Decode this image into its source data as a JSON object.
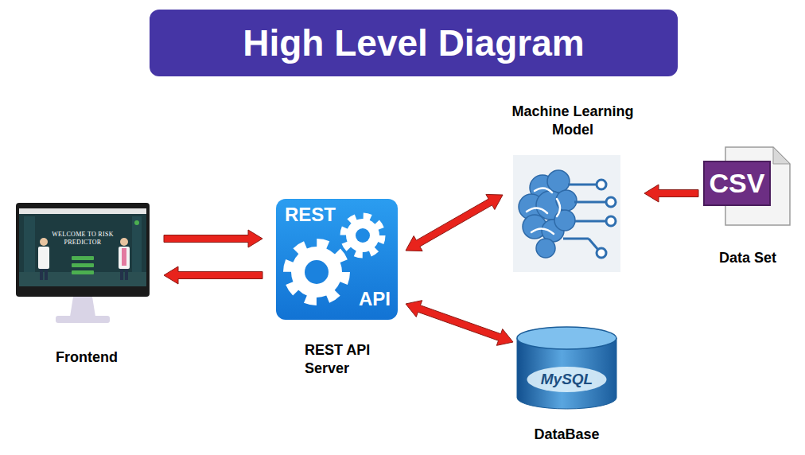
{
  "diagram": {
    "title": "High Level Diagram",
    "nodes": [
      {
        "text": [
          "WELCOME TO RISK PREDICTOR",
          "Frontend"
        ]
      },
      {
        "text": [
          "REST",
          "API",
          "REST API Server"
        ]
      },
      {
        "text": [
          "Machine Learning Model"
        ]
      },
      {
        "text": [
          "CSV",
          "Data Set"
        ]
      },
      {
        "text": [
          "MySQL",
          "DataBase"
        ]
      }
    ],
    "edges": [
      {
        "from": 0,
        "to": 1,
        "arrow": "to"
      },
      {
        "from": 1,
        "to": 0,
        "arrow": "to"
      },
      {
        "from": 1,
        "to": 2,
        "arrow": "both"
      },
      {
        "from": 3,
        "to": 2,
        "arrow": "to"
      },
      {
        "from": 1,
        "to": 4,
        "arrow": "both"
      }
    ]
  }
}
